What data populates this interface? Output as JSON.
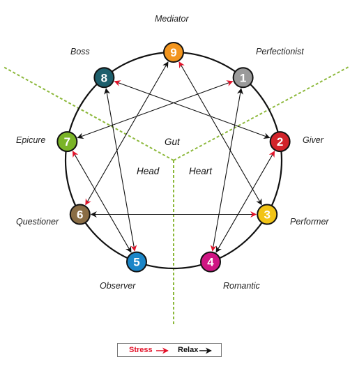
{
  "center_labels": {
    "gut": "Gut",
    "head": "Head",
    "heart": "Heart"
  },
  "types": [
    {
      "number": "1",
      "name": "Perfectionist",
      "color": "#9a9a9a"
    },
    {
      "number": "2",
      "name": "Giver",
      "color": "#d2232a"
    },
    {
      "number": "3",
      "name": "Performer",
      "color": "#f2c416"
    },
    {
      "number": "4",
      "name": "Romantic",
      "color": "#cf1683"
    },
    {
      "number": "5",
      "name": "Observer",
      "color": "#1b86c8"
    },
    {
      "number": "6",
      "name": "Questioner",
      "color": "#8a6d45"
    },
    {
      "number": "7",
      "name": "Epicure",
      "color": "#7ab427"
    },
    {
      "number": "8",
      "name": "Boss",
      "color": "#1d5f6c"
    },
    {
      "number": "9",
      "name": "Mediator",
      "color": "#f2951e"
    }
  ],
  "legend": {
    "stress_label": "Stress",
    "relax_label": "Relax",
    "stress_color": "#e3132a",
    "relax_color": "#111111"
  },
  "divider_color": "#8cb83a"
}
